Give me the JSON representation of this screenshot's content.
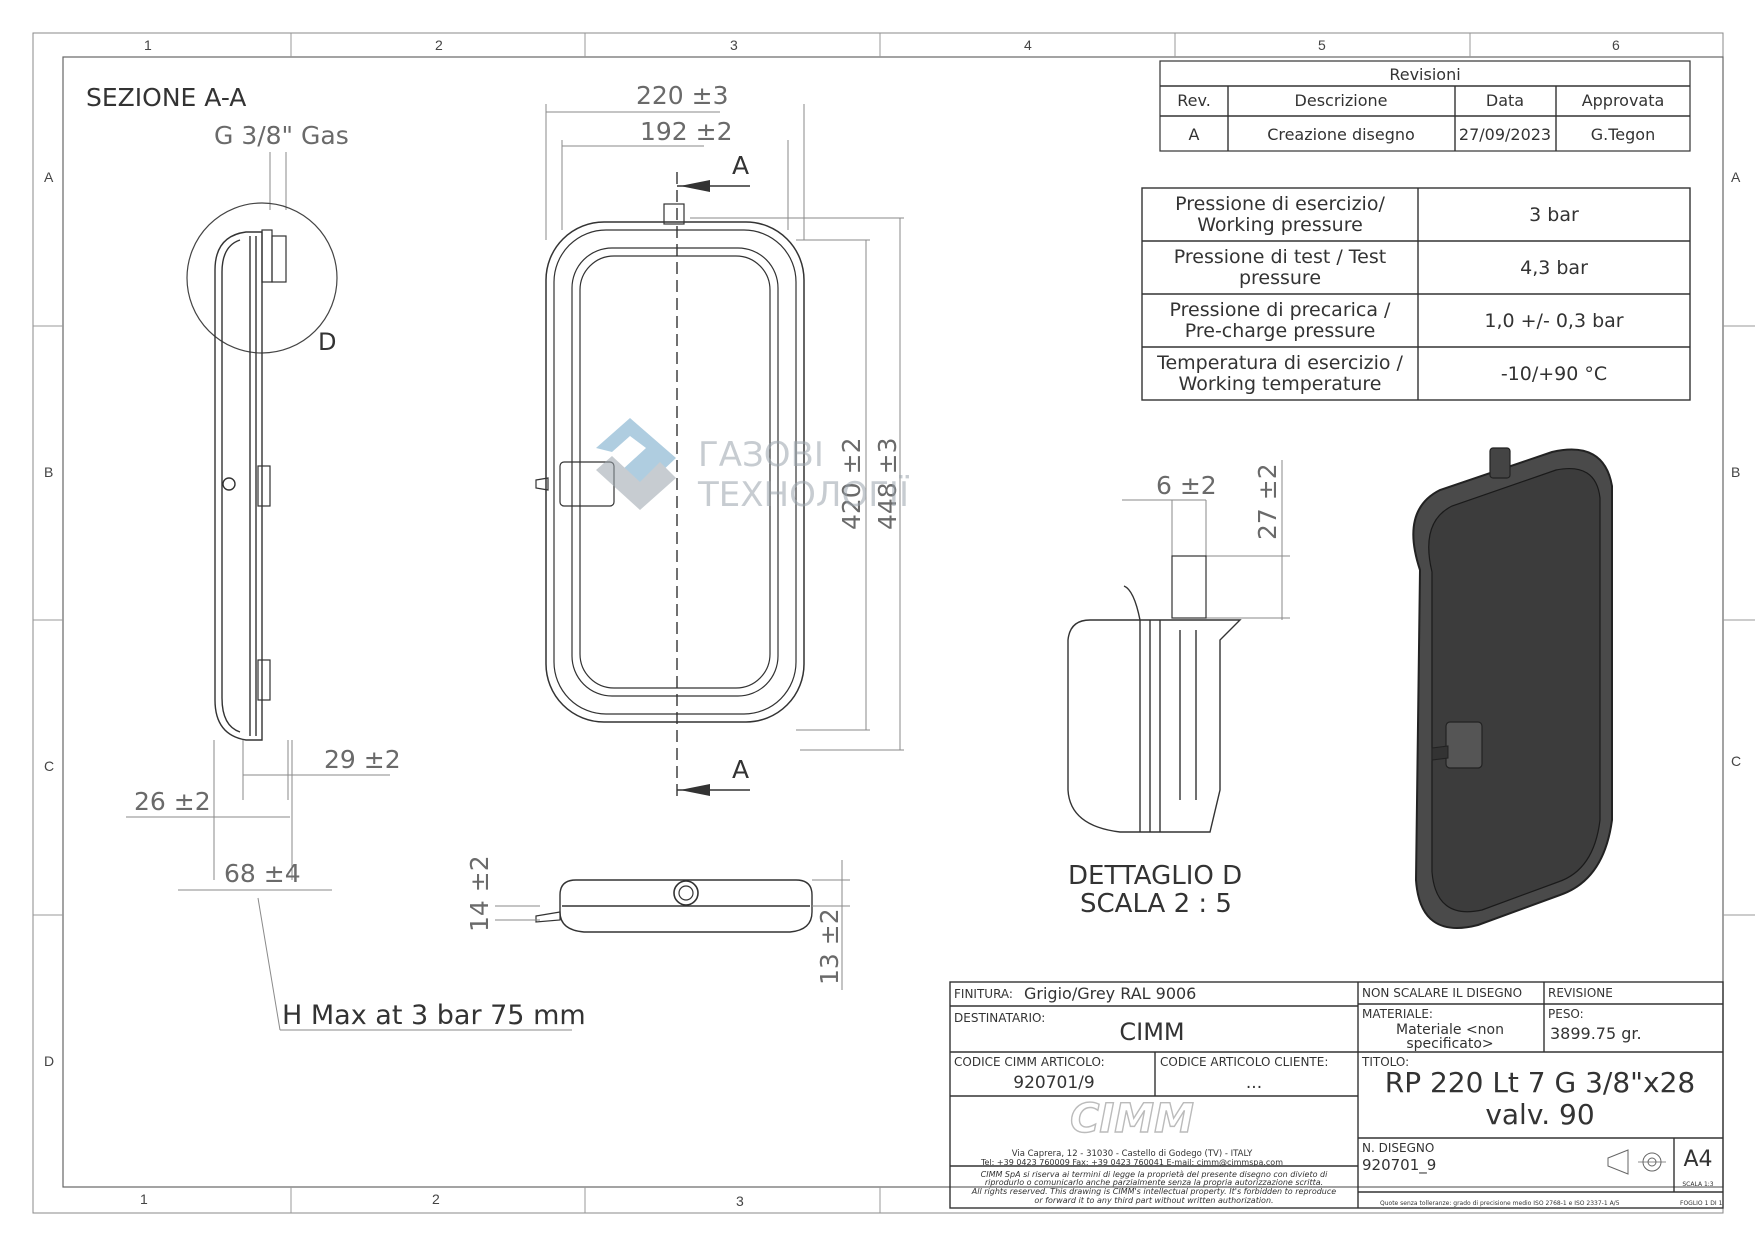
{
  "frame": {
    "top_columns": [
      "1",
      "2",
      "3",
      "4",
      "5",
      "6"
    ],
    "bottom_columns": [
      "1",
      "2",
      "3"
    ],
    "left_rows": [
      "A",
      "B",
      "C",
      "D"
    ],
    "right_rows": [
      "A",
      "B",
      "C"
    ]
  },
  "section_view": {
    "title": "SEZIONE A-A",
    "thread_label": "G 3/8\" Gas",
    "detail_marker": "D",
    "dim_29": "29 ±2",
    "dim_26": "26 ±2",
    "dim_68": "68 ±4",
    "h_max_note": "H Max at 3 bar 75 mm"
  },
  "front_view": {
    "dim_220": "220 ±3",
    "dim_192": "192 ±2",
    "dim_420": "420 ±2",
    "dim_448": "448 ±3",
    "section_marker_top": "A",
    "section_marker_bottom": "A"
  },
  "top_view": {
    "dim_14": "14 ±2",
    "dim_13": "13 ±2"
  },
  "detail_view": {
    "dim_6": "6 ±2",
    "dim_27": "27 ±2",
    "title_line1": "DETTAGLIO D",
    "title_line2": "SCALA 2 : 5"
  },
  "watermark": {
    "line1": "ГАЗОВІ",
    "line2": "ТЕХНОЛОГІЇ"
  },
  "revisions": {
    "title": "Revisioni",
    "headers": [
      "Rev.",
      "Descrizione",
      "Data",
      "Approvata"
    ],
    "rows": [
      [
        "A",
        "Creazione disegno",
        "27/09/2023",
        "G.Tegon"
      ]
    ]
  },
  "specs": [
    {
      "label1": "Pressione di esercizio/",
      "label2": "Working pressure",
      "value": "3 bar"
    },
    {
      "label1": "Pressione di test / Test",
      "label2": "pressure",
      "value": "4,3 bar"
    },
    {
      "label1": "Pressione di precarica /",
      "label2": "Pre-charge pressure",
      "value": "1,0 +/- 0,3 bar"
    },
    {
      "label1": "Temperatura di esercizio /",
      "label2": "Working temperature",
      "value": "-10/+90 °C"
    }
  ],
  "title_block": {
    "finitura_label": "FINITURA:",
    "finitura_value": "Grigio/Grey RAL 9006",
    "destinatario_label": "DESTINATARIO:",
    "destinatario_value": "CIMM",
    "codice_cimm_label": "CODICE CIMM ARTICOLO:",
    "codice_cimm_value": "920701/9",
    "codice_cliente_label": "CODICE ARTICOLO CLIENTE:",
    "codice_cliente_value": "...",
    "logo_text": "CIMM",
    "address": "Via Caprera, 12 - 31030 - Castello di Godego (TV) - ITALY",
    "contacts": "Tel: +39 0423 760009 Fax: +39 0423 760041 E-mail: cimm@cimmspa.com",
    "legal1": "CIMM SpA si riserva ai termini di legge la proprietà del presente disegno con divieto di",
    "legal2": "riprodurlo o comunicarlo anche parzialmente senza la propria autorizzazione scritta.",
    "legal3": "All rights reserved. This drawing is CIMM's intellectual property. It's forbidden to reproduce",
    "legal4": "or forward it to any third part without written authorization.",
    "non_scalare": "NON SCALARE IL DISEGNO",
    "revisione_label": "REVISIONE",
    "materiale_label": "MATERIALE:",
    "materiale_value1": "Materiale <non",
    "materiale_value2": "specificato>",
    "peso_label": "PESO:",
    "peso_value": "3899.75 gr.",
    "titolo_label": "TITOLO:",
    "titolo_line1": "RP 220 Lt 7 G 3/8\"x28",
    "titolo_line2": "valv. 90",
    "n_disegno_label": "N. DISEGNO",
    "n_disegno_value": "920701_9",
    "format": "A4",
    "scala_small": "SCALA 1:3",
    "foglio_small": "FOGLIO 1 DI 1",
    "footer_small": "Quote senza tolleranze: grado di precisione medio ISO 2768-1 e ISO 2337-1 A/5"
  }
}
